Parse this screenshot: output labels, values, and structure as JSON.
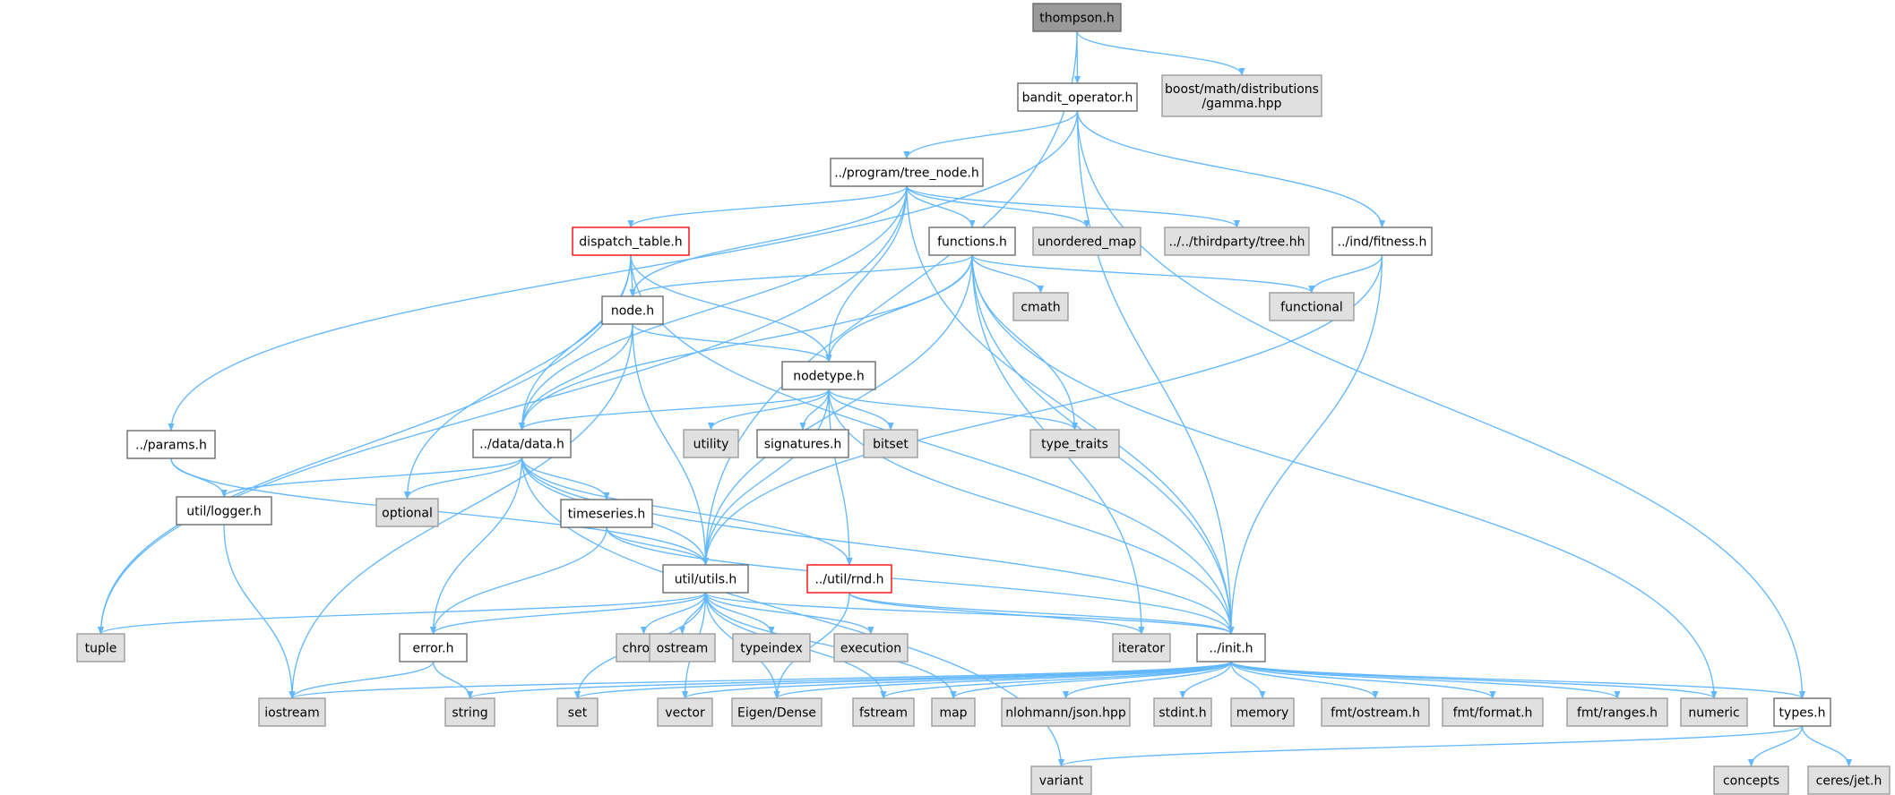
{
  "diagram": {
    "title": "",
    "colors": {
      "edge": "#63b8ff",
      "root_fill": "#999999",
      "normal_fill": "#ffffff",
      "system_fill": "#e0e0e0",
      "normal_border": "#666666",
      "system_border": "#999999",
      "incomplete_border": "#ff0000"
    },
    "nodes": [
      {
        "id": "thompson",
        "label": "thompson.h",
        "kind": "root"
      },
      {
        "id": "bandit",
        "label": "bandit_operator.h",
        "kind": "normal"
      },
      {
        "id": "gamma",
        "label": "boost/math/distributions\n/gamma.hpp",
        "kind": "system"
      },
      {
        "id": "tree_node",
        "label": "../program/tree_node.h",
        "kind": "normal"
      },
      {
        "id": "dispatch",
        "label": "dispatch_table.h",
        "kind": "red"
      },
      {
        "id": "functions",
        "label": "functions.h",
        "kind": "normal"
      },
      {
        "id": "unordered_map",
        "label": "unordered_map",
        "kind": "system"
      },
      {
        "id": "treehh",
        "label": "../../thirdparty/tree.hh",
        "kind": "system"
      },
      {
        "id": "fitness",
        "label": "../ind/fitness.h",
        "kind": "normal"
      },
      {
        "id": "node",
        "label": "node.h",
        "kind": "normal"
      },
      {
        "id": "cmath",
        "label": "cmath",
        "kind": "system"
      },
      {
        "id": "functional",
        "label": "functional",
        "kind": "system"
      },
      {
        "id": "nodetype",
        "label": "nodetype.h",
        "kind": "normal"
      },
      {
        "id": "params",
        "label": "../params.h",
        "kind": "normal"
      },
      {
        "id": "data",
        "label": "../data/data.h",
        "kind": "normal"
      },
      {
        "id": "utility",
        "label": "utility",
        "kind": "system"
      },
      {
        "id": "signatures",
        "label": "signatures.h",
        "kind": "normal"
      },
      {
        "id": "bitset",
        "label": "bitset",
        "kind": "system"
      },
      {
        "id": "type_traits",
        "label": "type_traits",
        "kind": "system"
      },
      {
        "id": "logger",
        "label": "util/logger.h",
        "kind": "normal"
      },
      {
        "id": "optional",
        "label": "optional",
        "kind": "system"
      },
      {
        "id": "timeseries",
        "label": "timeseries.h",
        "kind": "normal"
      },
      {
        "id": "utils",
        "label": "util/utils.h",
        "kind": "normal"
      },
      {
        "id": "rnd",
        "label": "../util/rnd.h",
        "kind": "red"
      },
      {
        "id": "tuple",
        "label": "tuple",
        "kind": "system"
      },
      {
        "id": "error",
        "label": "error.h",
        "kind": "normal"
      },
      {
        "id": "chrono",
        "label": "chrono",
        "kind": "system"
      },
      {
        "id": "ostream",
        "label": "ostream",
        "kind": "system"
      },
      {
        "id": "typeindex",
        "label": "typeindex",
        "kind": "system"
      },
      {
        "id": "execution",
        "label": "execution",
        "kind": "system"
      },
      {
        "id": "iterator",
        "label": "iterator",
        "kind": "system"
      },
      {
        "id": "init",
        "label": "../init.h",
        "kind": "normal"
      },
      {
        "id": "iostream",
        "label": "iostream",
        "kind": "system"
      },
      {
        "id": "string",
        "label": "string",
        "kind": "system"
      },
      {
        "id": "set",
        "label": "set",
        "kind": "system"
      },
      {
        "id": "vector",
        "label": "vector",
        "kind": "system"
      },
      {
        "id": "eigen",
        "label": "Eigen/Dense",
        "kind": "system"
      },
      {
        "id": "fstream",
        "label": "fstream",
        "kind": "system"
      },
      {
        "id": "map",
        "label": "map",
        "kind": "system"
      },
      {
        "id": "json",
        "label": "nlohmann/json.hpp",
        "kind": "system"
      },
      {
        "id": "stdint",
        "label": "stdint.h",
        "kind": "system"
      },
      {
        "id": "memory",
        "label": "memory",
        "kind": "system"
      },
      {
        "id": "fmt_ostream",
        "label": "fmt/ostream.h",
        "kind": "system"
      },
      {
        "id": "fmt_format",
        "label": "fmt/format.h",
        "kind": "system"
      },
      {
        "id": "fmt_ranges",
        "label": "fmt/ranges.h",
        "kind": "system"
      },
      {
        "id": "numeric",
        "label": "numeric",
        "kind": "system"
      },
      {
        "id": "types",
        "label": "types.h",
        "kind": "normal"
      },
      {
        "id": "variant",
        "label": "variant",
        "kind": "system"
      },
      {
        "id": "concepts",
        "label": "concepts",
        "kind": "system"
      },
      {
        "id": "ceres",
        "label": "ceres/jet.h",
        "kind": "system"
      }
    ],
    "edges": [
      [
        "thompson",
        "bandit"
      ],
      [
        "thompson",
        "gamma"
      ],
      [
        "thompson",
        "utils"
      ],
      [
        "bandit",
        "tree_node"
      ],
      [
        "bandit",
        "params"
      ],
      [
        "bandit",
        "fitness"
      ],
      [
        "bandit",
        "init"
      ],
      [
        "bandit",
        "types"
      ],
      [
        "tree_node",
        "dispatch"
      ],
      [
        "tree_node",
        "functions"
      ],
      [
        "tree_node",
        "unordered_map"
      ],
      [
        "tree_node",
        "treehh"
      ],
      [
        "tree_node",
        "node"
      ],
      [
        "tree_node",
        "nodetype"
      ],
      [
        "tree_node",
        "data"
      ],
      [
        "tree_node",
        "tuple"
      ],
      [
        "tree_node",
        "init"
      ],
      [
        "dispatch",
        "node"
      ],
      [
        "dispatch",
        "nodetype"
      ],
      [
        "dispatch",
        "data"
      ],
      [
        "dispatch",
        "tuple"
      ],
      [
        "dispatch",
        "optional"
      ],
      [
        "dispatch",
        "init"
      ],
      [
        "functions",
        "node"
      ],
      [
        "functions",
        "cmath"
      ],
      [
        "functions",
        "functional"
      ],
      [
        "functions",
        "nodetype"
      ],
      [
        "functions",
        "data"
      ],
      [
        "functions",
        "type_traits"
      ],
      [
        "functions",
        "utils"
      ],
      [
        "functions",
        "iterator"
      ],
      [
        "functions",
        "init"
      ],
      [
        "functions",
        "numeric"
      ],
      [
        "fitness",
        "functional"
      ],
      [
        "fitness",
        "utils"
      ],
      [
        "fitness",
        "init"
      ],
      [
        "node",
        "nodetype"
      ],
      [
        "node",
        "data"
      ],
      [
        "node",
        "utils"
      ],
      [
        "node",
        "iostream"
      ],
      [
        "nodetype",
        "data"
      ],
      [
        "nodetype",
        "utility"
      ],
      [
        "nodetype",
        "signatures"
      ],
      [
        "nodetype",
        "bitset"
      ],
      [
        "nodetype",
        "type_traits"
      ],
      [
        "nodetype",
        "utils"
      ],
      [
        "nodetype",
        "rnd"
      ],
      [
        "nodetype",
        "init"
      ],
      [
        "params",
        "logger"
      ],
      [
        "params",
        "utils"
      ],
      [
        "data",
        "logger"
      ],
      [
        "data",
        "optional"
      ],
      [
        "data",
        "timeseries"
      ],
      [
        "data",
        "utils"
      ],
      [
        "data",
        "rnd"
      ],
      [
        "data",
        "error"
      ],
      [
        "data",
        "variant"
      ],
      [
        "data",
        "init"
      ],
      [
        "logger",
        "iostream"
      ],
      [
        "timeseries",
        "utils"
      ],
      [
        "timeseries",
        "error"
      ],
      [
        "timeseries",
        "init"
      ],
      [
        "utils",
        "tuple"
      ],
      [
        "utils",
        "error"
      ],
      [
        "utils",
        "chrono"
      ],
      [
        "utils",
        "ostream"
      ],
      [
        "utils",
        "typeindex"
      ],
      [
        "utils",
        "execution"
      ],
      [
        "utils",
        "init"
      ],
      [
        "utils",
        "set"
      ],
      [
        "utils",
        "vector"
      ],
      [
        "utils",
        "eigen"
      ],
      [
        "utils",
        "fstream"
      ],
      [
        "utils",
        "map"
      ],
      [
        "rnd",
        "iterator"
      ],
      [
        "rnd",
        "init"
      ],
      [
        "rnd",
        "eigen"
      ],
      [
        "error",
        "iostream"
      ],
      [
        "error",
        "string"
      ],
      [
        "init",
        "iostream"
      ],
      [
        "init",
        "string"
      ],
      [
        "init",
        "set"
      ],
      [
        "init",
        "vector"
      ],
      [
        "init",
        "eigen"
      ],
      [
        "init",
        "fstream"
      ],
      [
        "init",
        "map"
      ],
      [
        "init",
        "json"
      ],
      [
        "init",
        "stdint"
      ],
      [
        "init",
        "memory"
      ],
      [
        "init",
        "fmt_ostream"
      ],
      [
        "init",
        "fmt_format"
      ],
      [
        "init",
        "fmt_ranges"
      ],
      [
        "init",
        "numeric"
      ],
      [
        "init",
        "types"
      ],
      [
        "types",
        "variant"
      ],
      [
        "types",
        "concepts"
      ],
      [
        "types",
        "ceres"
      ]
    ]
  }
}
